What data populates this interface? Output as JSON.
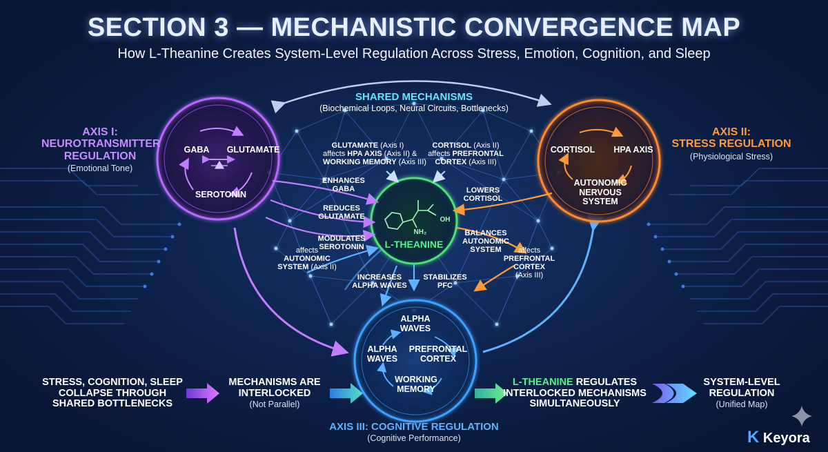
{
  "title": "SECTION 3 — MECHANISTIC CONVERGENCE MAP",
  "subtitle": "How L-Theanine Creates System-Level Regulation Across Stress, Emotion, Cognition, and Sleep",
  "shared": {
    "title": "SHARED MECHANISMS",
    "subtitle": "(Biochemical Loops, Neural Circuits, Bottlenecks)"
  },
  "axis1": {
    "label_line1": "AXIS I:",
    "label_line2": "NEUROTRANSMITTER",
    "label_line3": "REGULATION",
    "sub": "(Emotional Tone)",
    "gaba": "GABA",
    "glutamate": "GLUTAMATE",
    "serotonin": "SEROTONIN"
  },
  "axis2": {
    "label_line1": "AXIS II:",
    "label_line2": "STRESS REGULATION",
    "sub": "(Physiological Stress)",
    "cortisol": "CORTISOL",
    "hpa": "HPA AXIS",
    "ans_line1": "AUTONOMIC",
    "ans_line2": "NERVOUS",
    "ans_line3": "SYSTEM"
  },
  "axis3": {
    "label": "AXIS III: COGNITIVE REGULATION",
    "sub": "(Cognitive Performance)",
    "alpha_top_line1": "ALPHA",
    "alpha_top_line2": "WAVES",
    "alpha_left_line1": "ALPHA",
    "alpha_left_line2": "WAVES",
    "pfc_line1": "PREFRONTAL",
    "pfc_line2": "CORTEX",
    "wm_line1": "WORKING",
    "wm_line2": "MEMORY"
  },
  "center": {
    "label": "L-THEANINE",
    "oh": "OH",
    "nh2": "NH₂"
  },
  "mechanisms": {
    "glutamate_note": {
      "line1": "GLUTAMATE",
      "line1b": " (Axis I)",
      "line2": "affects ",
      "line2b": "HPA AXIS",
      "line2c": " (Axis II) &",
      "line3": "WORKING MEMORY",
      "line3b": " (Axis III)"
    },
    "cortisol_note": {
      "line1": "CORTISOL",
      "line1b": " (Axis II)",
      "line2": "affects ",
      "line2b": "PREFRONTAL",
      "line3": "CORTEX",
      "line3b": " (Axis III)"
    },
    "enhances": {
      "line1": "ENHANCES",
      "line2": "GABA"
    },
    "reduces": {
      "line1": "REDUCES",
      "line2": "GLUTAMATE"
    },
    "modulates": {
      "line1": "MODULATES",
      "line2": "SEROTONIN"
    },
    "affects_auto": {
      "line1": "affects",
      "line2": "AUTONOMIC",
      "line3": "SYSTEM",
      "line3b": " (Axis II)"
    },
    "lowers": {
      "line1": "LOWERS",
      "line2": "CORTISOL"
    },
    "balances": {
      "line1": "BALANCES",
      "line2": "AUTONOMIC",
      "line3": "SYSTEM"
    },
    "affects_pfc": {
      "line1": "affects",
      "line2": "PREFRONTAL",
      "line3": "CORTEX",
      "line4": "(Axis III)"
    },
    "increases": {
      "line1": "INCREASES",
      "line2": "ALPHA WAVES"
    },
    "stabilizes": {
      "line1": "STABILIZES",
      "line2": "PFC"
    }
  },
  "flow": [
    {
      "line1": "STRESS, COGNITION, SLEEP",
      "line2": "COLLAPSE THROUGH",
      "line3": "SHARED BOTTLENECKS"
    },
    {
      "line1": "MECHANISMS ARE",
      "line2": "INTERLOCKED",
      "sub": "(Not Parallel)"
    },
    {
      "line1a": "L-THEANINE",
      "line1b": " REGULATES",
      "line2": "INTERLOCKED MECHANISMS",
      "line3": "SIMULTANEOUSLY"
    },
    {
      "line1": "SYSTEM-LEVEL",
      "line2": "REGULATION",
      "sub": "(Unified Map)"
    }
  ],
  "brand": "Keyora",
  "colors": {
    "purple": "#b86bff",
    "orange": "#ff8a2a",
    "blue": "#3ea1ff",
    "green": "#4ee07a",
    "background": "#0a1a3a"
  }
}
